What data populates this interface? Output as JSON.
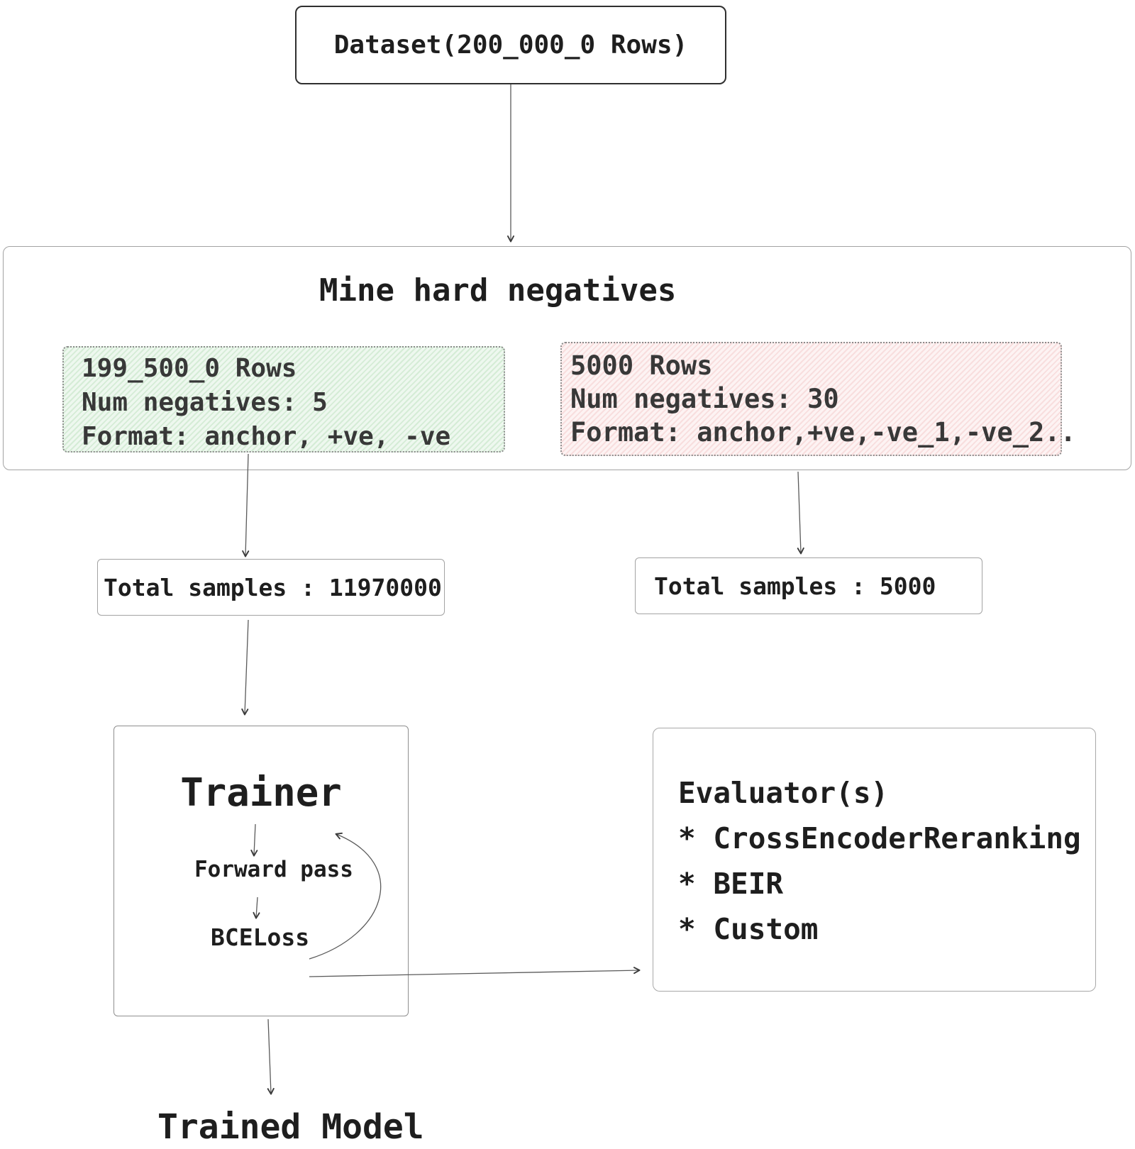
{
  "colors": {
    "text": "#1e1e1e",
    "train_split_bg": "#eef8ef",
    "train_split_hatch": "#d5ecd6",
    "eval_split_bg": "#fdf3f3",
    "eval_split_hatch": "#f8dede",
    "connector_stroke": "#5a5a5a"
  },
  "dataset": {
    "label": "Dataset(200_000_0 Rows)"
  },
  "mine": {
    "title": "Mine hard negatives",
    "train_split": {
      "line1": "199_500_0 Rows",
      "line2": "Num negatives: 5",
      "line3": "Format: anchor, +ve, -ve"
    },
    "eval_split": {
      "line1": "5000 Rows",
      "line2": "Num negatives: 30",
      "line3": "Format: anchor,+ve,-ve_1,-ve_2.."
    }
  },
  "totals": {
    "train": "Total samples : 11970000",
    "eval": "Total samples : 5000"
  },
  "trainer": {
    "title": "Trainer",
    "step1": "Forward pass",
    "step2": "BCELoss"
  },
  "evaluator": {
    "title": "Evaluator(s)",
    "item1": "* CrossEncoderReranking",
    "item2": "* BEIR",
    "item3": "* Custom"
  },
  "output": {
    "label": "Trained Model"
  }
}
